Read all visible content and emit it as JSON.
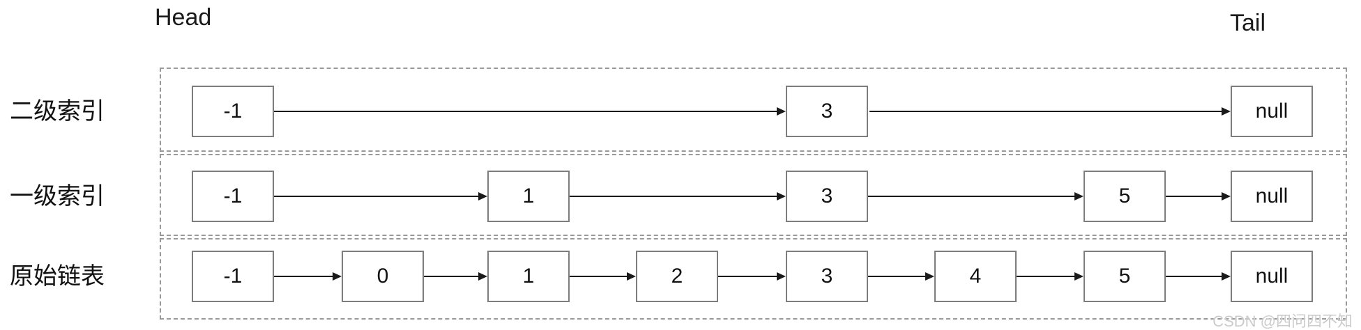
{
  "corner_labels": {
    "head": "Head",
    "tail": "Tail"
  },
  "rows": [
    {
      "label": "二级索引",
      "nodes": [
        {
          "value": "-1"
        },
        {
          "value": "3"
        },
        {
          "value": "null"
        }
      ]
    },
    {
      "label": "一级索引",
      "nodes": [
        {
          "value": "-1"
        },
        {
          "value": "1"
        },
        {
          "value": "3"
        },
        {
          "value": "5"
        },
        {
          "value": "null"
        }
      ]
    },
    {
      "label": "原始链表",
      "nodes": [
        {
          "value": "-1"
        },
        {
          "value": "0"
        },
        {
          "value": "1"
        },
        {
          "value": "2"
        },
        {
          "value": "3"
        },
        {
          "value": "4"
        },
        {
          "value": "5"
        },
        {
          "value": "null"
        }
      ]
    }
  ],
  "watermark": "CSDN @四问四不知",
  "colors": {
    "background": "#ffffff",
    "box_border": "#7d7d7d",
    "panel_dashed_border": "#999999",
    "arrow": "#1a1a1a",
    "text": "#111111",
    "watermark": "#cccccc"
  }
}
